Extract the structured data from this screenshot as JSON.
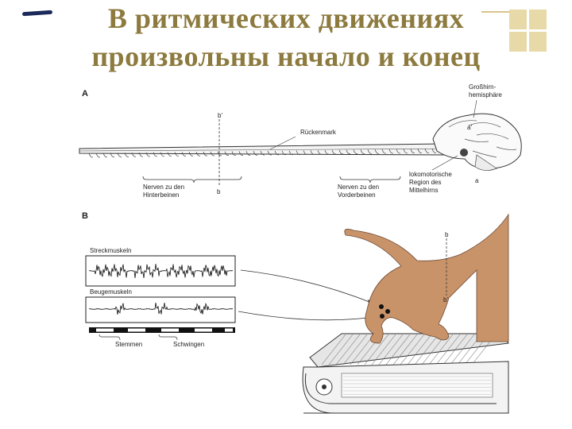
{
  "title": {
    "line1": "В ритмических движениях",
    "line2": "произвольны начало и конец"
  },
  "panel_a": {
    "letter": "A",
    "label_grosshirn": "Großhirn-\nhemisphäre",
    "label_rueckenmark": "Rückenmark",
    "label_b_prime": "b'",
    "label_b": "b",
    "label_a": "a",
    "label_a_prime": "a'",
    "label_nerven_hinter": "Nerven zu den\nHinterbeinen",
    "label_nerven_vorder": "Nerven zu den\nVorderbeinen",
    "label_lokomotorische": "lokomotorische\nRegion des\nMittelhirns"
  },
  "panel_b": {
    "letter": "B",
    "label_streck": "Streckmuskeln",
    "label_beuge": "Beugemuskeln",
    "label_stemmen": "Stemmen",
    "label_schwingen": "Schwingen",
    "label_b": "b",
    "label_b_prime": "b'"
  },
  "colors": {
    "title": "#8c7a3e",
    "cat": "#c9936a",
    "accent_band": "#e8d9a8"
  }
}
